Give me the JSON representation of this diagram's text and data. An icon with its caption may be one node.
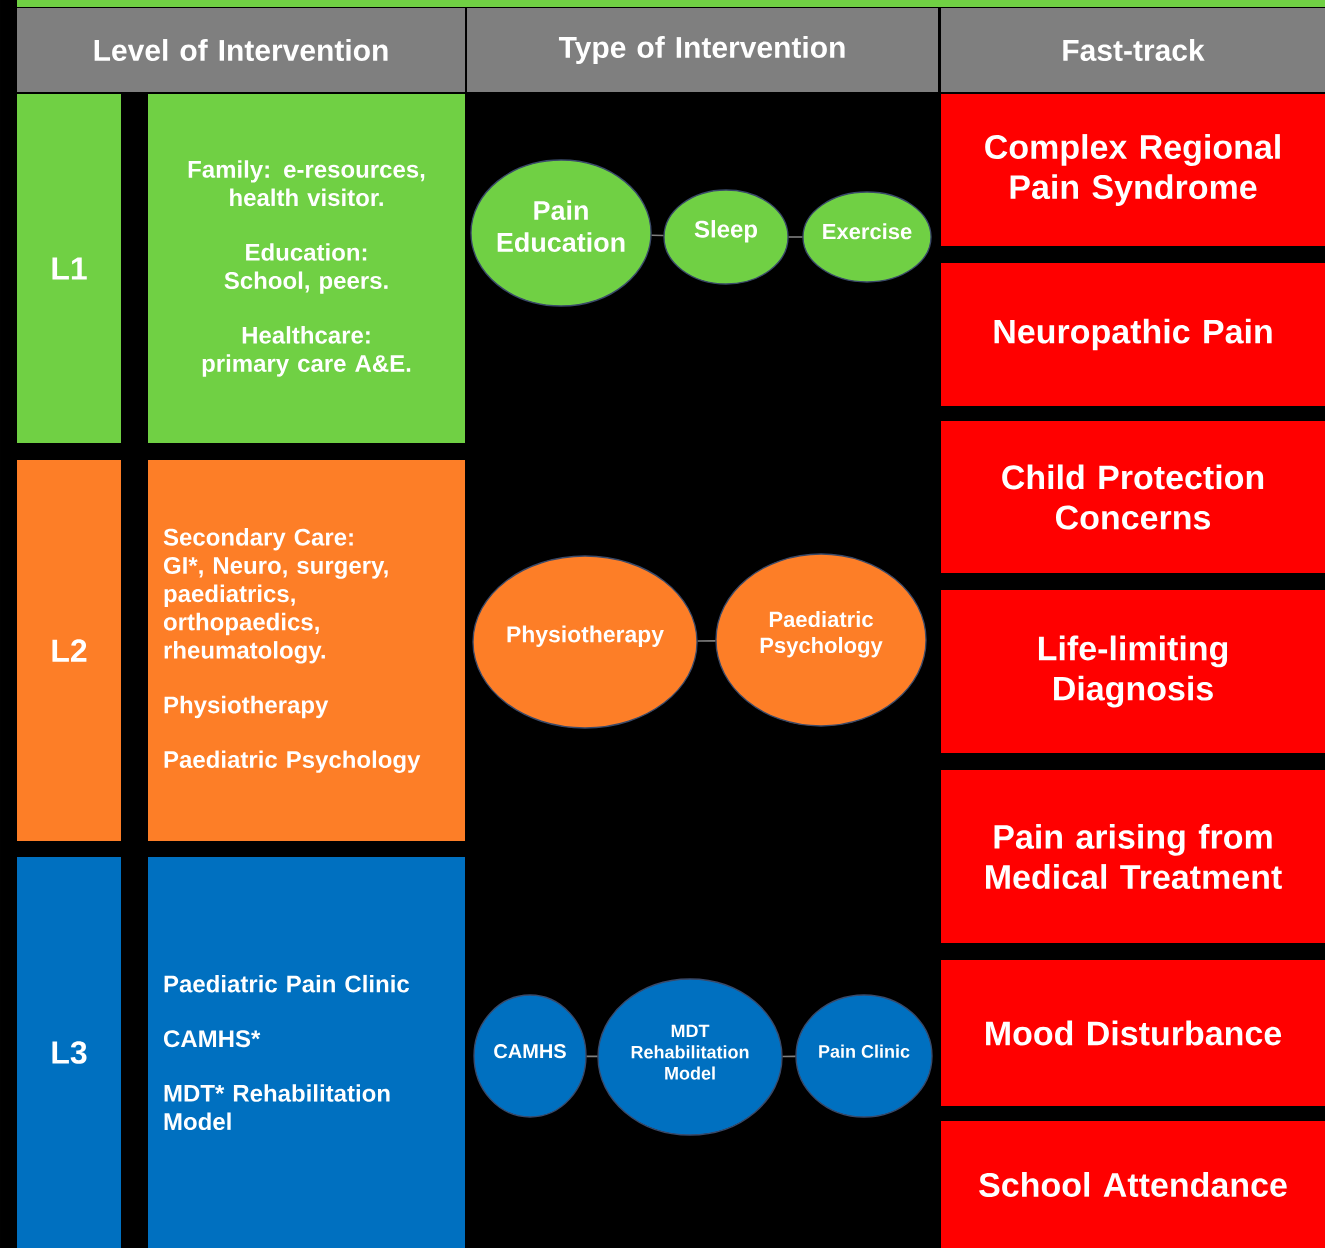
{
  "diagram": {
    "nodes": [
      {
        "text": [
          "Level of Intervention"
        ]
      },
      {
        "text": [
          "Type of Intervention"
        ]
      },
      {
        "text": [
          "Fast-track"
        ]
      },
      {
        "text": [
          "L1"
        ]
      },
      {
        "text": [
          "Family: e-resources, health visitor.",
          "Education: School, peers.",
          "Healthcare: primary care A&E."
        ]
      },
      {
        "text": [
          "Pain Education"
        ]
      },
      {
        "text": [
          "Sleep"
        ]
      },
      {
        "text": [
          "Exercise"
        ]
      },
      {
        "text": [
          "L2"
        ]
      },
      {
        "text": [
          "Secondary Care: GI*, Neuro, surgery, paediatrics, orthopaedics, rheumatology.",
          "Physiotherapy",
          "Paediatric Psychology"
        ]
      },
      {
        "text": [
          "Physiotherapy"
        ]
      },
      {
        "text": [
          "Paediatric Psychology"
        ]
      },
      {
        "text": [
          "L3"
        ]
      },
      {
        "text": [
          "Paediatric Pain Clinic",
          "CAMHS*",
          "MDT* Rehabilitation Model"
        ]
      },
      {
        "text": [
          "CAMHS"
        ]
      },
      {
        "text": [
          "MDT Rehabilitation Model"
        ]
      },
      {
        "text": [
          "Pain Clinic"
        ]
      },
      {
        "text": [
          "Complex Regional Pain Syndrome"
        ]
      },
      {
        "text": [
          "Neuropathic Pain"
        ]
      },
      {
        "text": [
          "Child Protection Concerns"
        ]
      },
      {
        "text": [
          "Life-limiting Diagnosis"
        ]
      },
      {
        "text": [
          "Pain arising from Medical Treatment"
        ]
      },
      {
        "text": [
          "Mood Disturbance"
        ]
      },
      {
        "text": [
          "School Attendance"
        ]
      }
    ],
    "edges": [
      {
        "from": 5,
        "to": 6,
        "arrow": "none"
      },
      {
        "from": 6,
        "to": 7,
        "arrow": "none"
      },
      {
        "from": 10,
        "to": 11,
        "arrow": "none"
      },
      {
        "from": 14,
        "to": 15,
        "arrow": "none"
      },
      {
        "from": 15,
        "to": 16,
        "arrow": "none"
      }
    ]
  }
}
